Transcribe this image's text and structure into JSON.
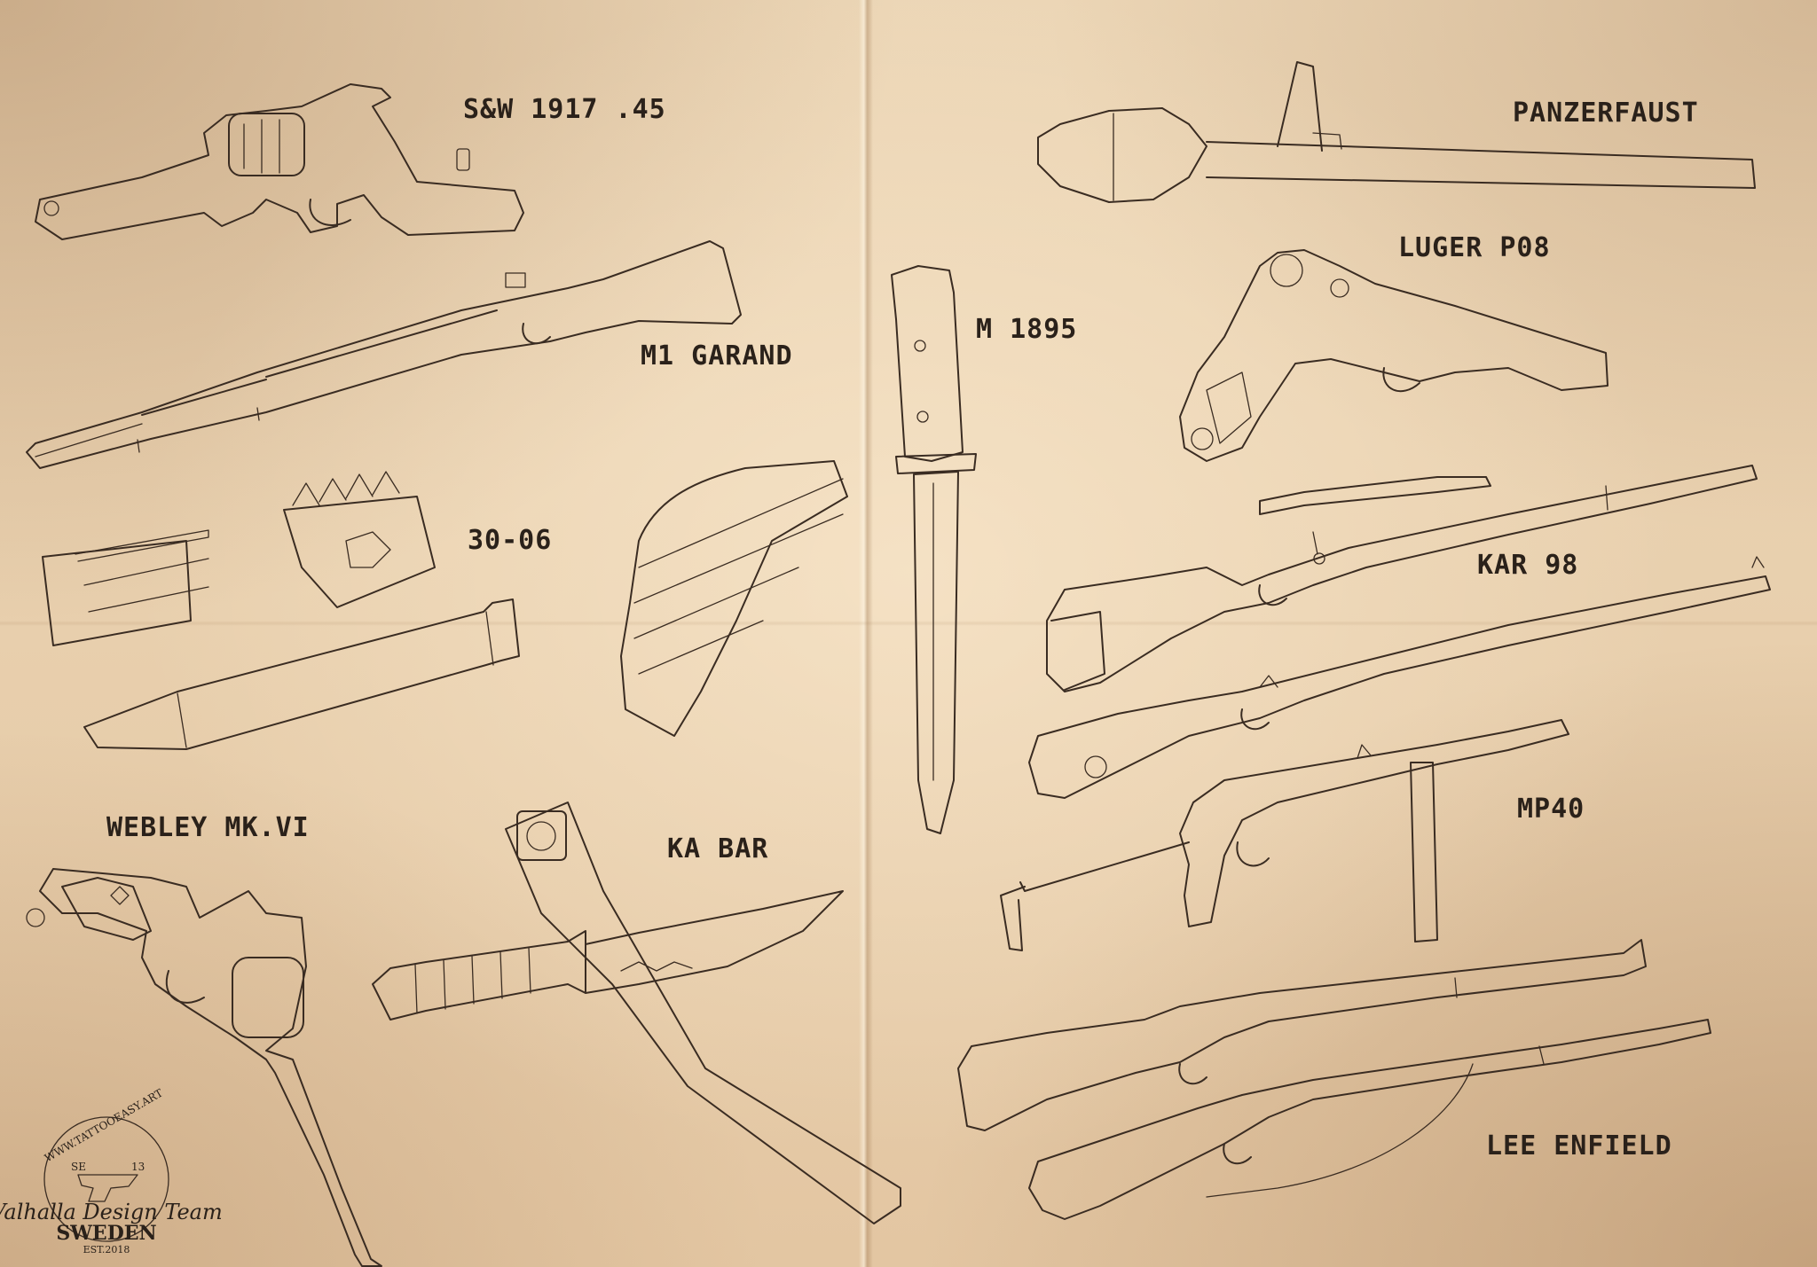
{
  "labels": {
    "sw1917": "S&W 1917 .45",
    "m1garand": "M1 GARAND",
    "ammo": "30-06",
    "webley": "WEBLEY MK.VI",
    "kabar": "KA BAR",
    "m1895": "M 1895",
    "panzerfaust": "PANZERFAUST",
    "luger": "LUGER P08",
    "kar98": "KAR 98",
    "mp40": "MP40",
    "leeenfield": "LEE ENFIELD"
  },
  "badge": {
    "url": "WWW.TATTOOEASY.ART",
    "se": "SE",
    "num": "13",
    "team": "Valhalla Design Team",
    "country": "SWEDEN",
    "est": "EST.2018"
  },
  "colors": {
    "paper": "#e8cfad",
    "ink": "#3a2c22"
  }
}
